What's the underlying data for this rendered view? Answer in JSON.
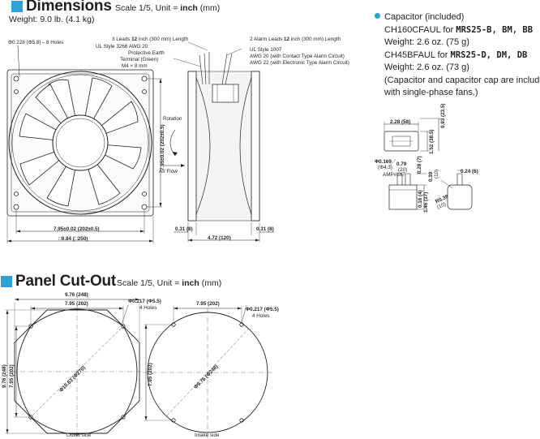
{
  "dimensions": {
    "title": "Dimensions",
    "scale_prefix": "Scale 1/5, Unit = ",
    "unit": "inch",
    "unit_suffix": " (mm)",
    "weight": "Weight: 9.0 lb. (4.1 kg)"
  },
  "front_view": {
    "holes_label": "Φ0.228 (Φ5.8) – 8 Holes",
    "width_label": "7.95±0.02 (202±0.5)",
    "outer_width_label": "□9.84 (□250)",
    "height_label": "7.95±0.02 (202±0.5)"
  },
  "side_view": {
    "leads_label": "3 Leads 12 inch (300 mm) Length",
    "ul_style_label": "UL Style 3266 AWG 20",
    "earth_label_1": "Protective Earth",
    "earth_label_2": "Terminal (Green)",
    "screw_label": "M4 × 8 mm",
    "rotation_label": "Rotation",
    "airflow_label": "Air Flow",
    "left_dim": "0.31 (8)",
    "right_dim": "0.31 (8)",
    "depth_dim": "4.72 (120)"
  },
  "alarm": {
    "leads": "2 Alarm Leads 12 inch (300 mm) Length",
    "ul_style": "UL Style 1007",
    "awg20": "AWG 20 (with Contact Type Alarm Circuit)",
    "awg22": "AWG 22 (with Electronic Type Alarm Circuit)"
  },
  "capacitor": {
    "heading": "Capacitor  (included)",
    "line1_prefix": "CH160CFAUL for ",
    "line1_models": "MRS25-B, BM, BB",
    "line2": "Weight: 2.6 oz. (75 g)",
    "line3_prefix": "CH45BFAUL for ",
    "line3_models": "MRS25-D, DM, DB",
    "line4": "Weight: 2.6 oz. (73 g)",
    "line5": "(Capacitor and capacitor cap are included",
    "line6": " with single-phase fans.)"
  },
  "capacitor_drawing": {
    "width_dim": "2.28 (58)",
    "height_dim": "0.93 (23.5)",
    "body_dim": "1.52 (38.5)",
    "hole_dim": "Φ0.169",
    "hole_mm": "(Φ4.3)",
    "tab_dim": "0.79",
    "tab_mm": "(20)",
    "amp_label": "AMP#187",
    "d1": "0.28 (7)",
    "d2": "0.39",
    "d2mm": "(10)",
    "d3": "0.16 (4)",
    "d4": "1.46 (37)",
    "radius": "R0.39",
    "radius_mm": "(10)",
    "d5": "0.24 (6)"
  },
  "panel": {
    "title": "Panel Cut-Out",
    "scale_prefix": "Scale 1/5, Unit = ",
    "unit": "inch",
    "unit_suffix": " (mm)",
    "outlet": {
      "outer": "9.76 (248)",
      "inner": "7.95 (202)",
      "holes": "Φ0.217 (Φ5.5)",
      "holes_count": "4 Holes",
      "diameter": "Φ10.63 (Φ270)",
      "vertical_outer": "9.76 (248)",
      "vertical_inner": "7.95 (202)",
      "caption": "Outlet side"
    },
    "intake": {
      "width": "7.95 (202)",
      "holes": "Φ0.217 (Φ5.5)",
      "holes_count": "4 Holes",
      "diameter": "Φ9.76 (Φ248)",
      "vertical": "7.95 (202)",
      "caption": "Intake side"
    }
  }
}
